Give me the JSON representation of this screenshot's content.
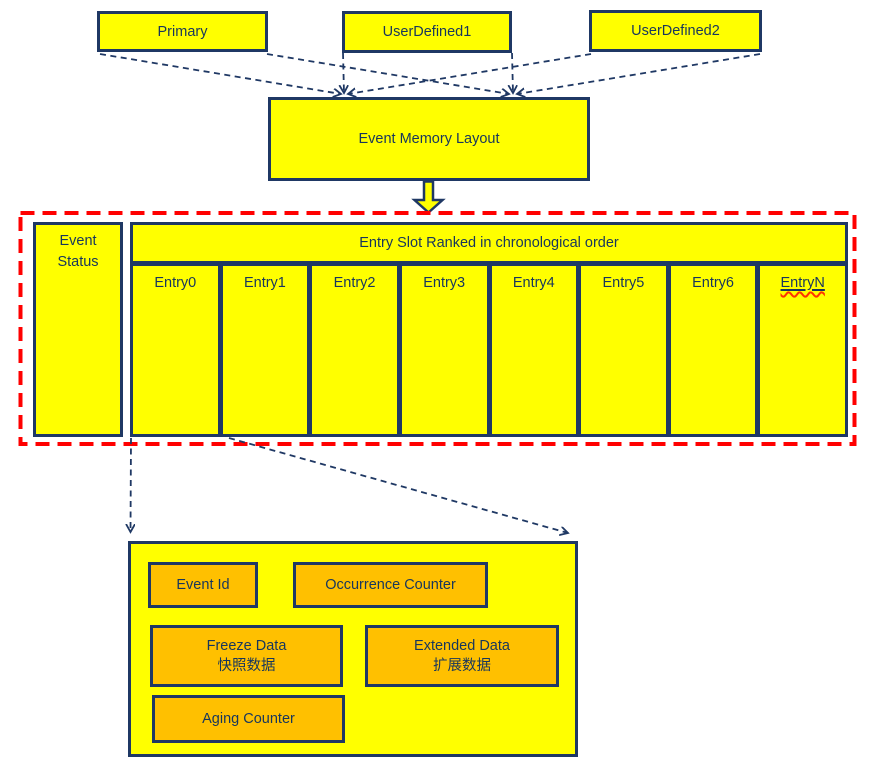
{
  "title_boxes": {
    "primary": "Primary",
    "user_defined_1": "UserDefined1",
    "user_defined_2": "UserDefined2"
  },
  "memory_layout": {
    "label": "Event Memory Layout"
  },
  "event_memory_region": {
    "event_status": {
      "line1": "Event",
      "line2": "Status"
    },
    "entry_slot": {
      "header": "Entry Slot Ranked in chronological order",
      "entries": [
        "Entry0",
        "Entry1",
        "Entry2",
        "Entry3",
        "Entry4",
        "Entry5",
        "Entry6",
        "EntryN"
      ]
    }
  },
  "entry_detail": {
    "event_id": "Event Id",
    "occurrence_counter": "Occurrence Counter",
    "freeze_data_en": "Freeze Data",
    "freeze_data_zh": "快照数据",
    "extended_data_en": "Extended Data",
    "extended_data_zh": "扩展数据",
    "aging_counter": "Aging Counter"
  },
  "colors": {
    "box_fill": "#FFFF00",
    "field_fill": "#FFC000",
    "line_navy": "#1F3864",
    "dashed_red": "#FF0000"
  }
}
